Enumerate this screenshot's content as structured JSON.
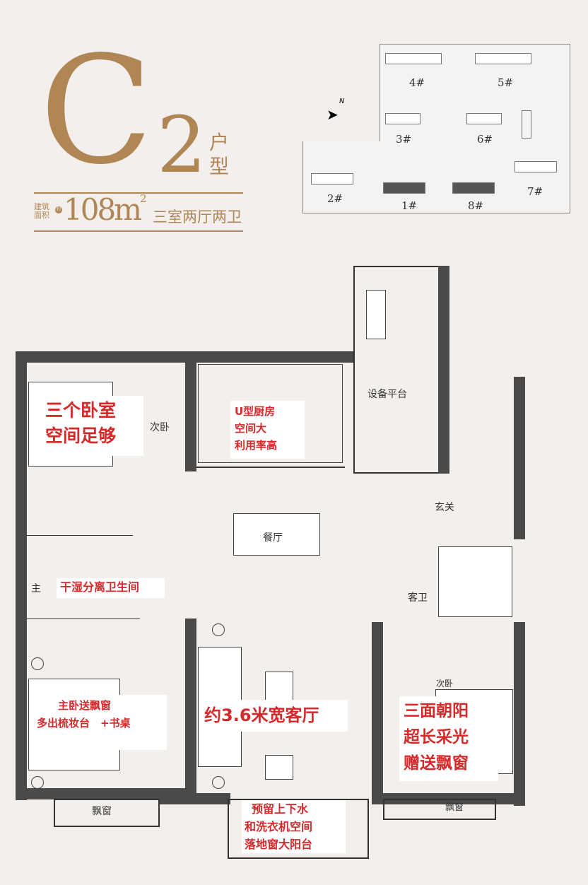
{
  "header": {
    "letter": "C",
    "number": "2",
    "type_label": "户型",
    "area_label": "建筑面积",
    "area_prefix": "约",
    "area_value": "108m",
    "area_unit_sup": "2",
    "layout": "三室两厅两卫"
  },
  "site_plan": {
    "north": "N",
    "buildings": [
      "4#",
      "5#",
      "3#",
      "6#",
      "2#",
      "1#",
      "8#",
      "7#"
    ]
  },
  "rooms": {
    "bedroom2_top": "次卧",
    "platform": "设备平台",
    "foyer": "玄关",
    "dining": "餐厅",
    "guest_bath": "客卫",
    "master_bath": "主",
    "bedroom2_bottom": "次卧",
    "bay_window_left": "飘窗",
    "bay_window_right": "飘窗"
  },
  "notes": {
    "bedrooms": [
      "三个卧室",
      "空间足够"
    ],
    "kitchen": [
      "U型厨房",
      "空间大",
      "利用率高"
    ],
    "bathroom": "干湿分离卫生间",
    "master": [
      "主卧送飘窗",
      "多出梳妆台　+书桌"
    ],
    "living": "约3.6米宽客厅",
    "sunny": [
      "三面朝阳",
      "超长采光",
      "赠送飘窗"
    ],
    "balcony": [
      "预留上下水",
      "和洗衣机空间",
      "落地窗大阳台"
    ]
  },
  "colors": {
    "gold": "#b08654",
    "note_red": "#d42a2a",
    "wall": "#4a4a4a"
  }
}
